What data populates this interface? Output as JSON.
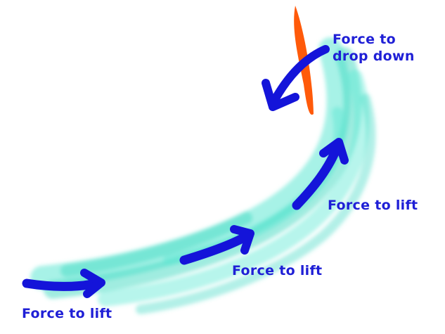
{
  "colors": {
    "stream": "#5fe8d4",
    "stream_dark": "#3fd9c2",
    "arrow": "#1414d9",
    "blade": "#ff5a0a",
    "text": "#1f1fd6"
  },
  "labels": {
    "drop_line1": "Force to",
    "drop_line2": "drop down",
    "lift_right": "Force to lift",
    "lift_middle": "Force to lift",
    "lift_left": "Force to lift"
  }
}
